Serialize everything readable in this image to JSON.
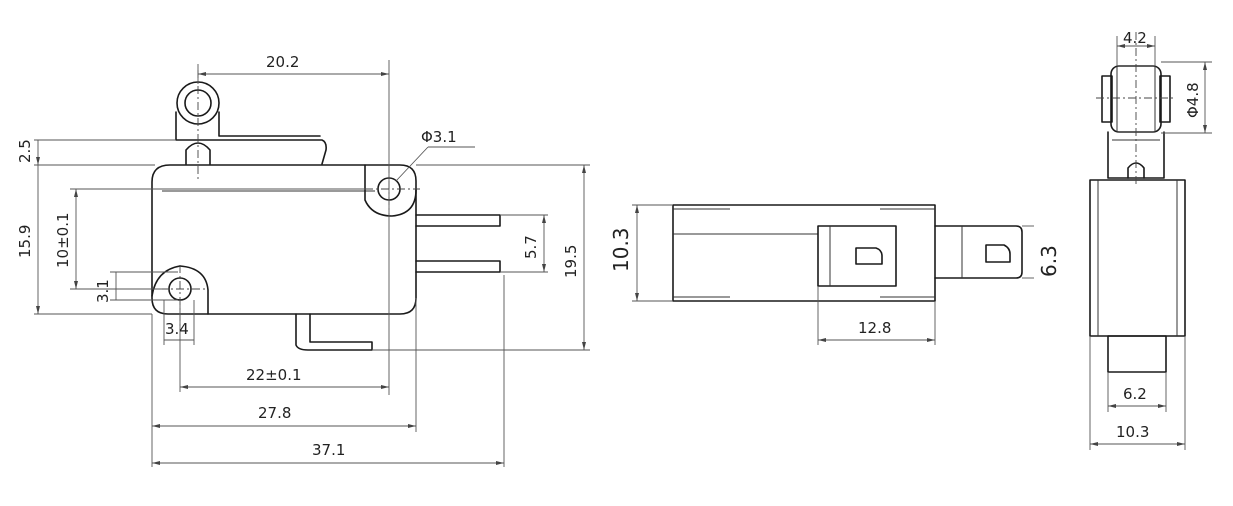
{
  "front_view": {
    "dim_roller_to_hole": "20.2",
    "dim_hole_dia": "Φ3.1",
    "dim_actuator_height": "2.5",
    "dim_body_height": "15.9",
    "dim_hole_spacing_v": "10±0.1",
    "dim_hole_offset_v": "3.1",
    "dim_hole_offset_h": "3.4",
    "dim_terminal_pitch": "5.7",
    "dim_overall_height": "19.5",
    "dim_hole_spacing_h": "22±0.1",
    "dim_body_length": "27.8",
    "dim_overall_length": "37.1"
  },
  "bottom_view": {
    "dim_body_width": "10.3",
    "dim_terminal_length": "12.8",
    "dim_terminal_width": "6.3"
  },
  "side_view": {
    "dim_roller_width": "4.2",
    "dim_roller_dia": "Φ4.8",
    "dim_plunger_width": "6.2",
    "dim_body_width": "10.3"
  }
}
